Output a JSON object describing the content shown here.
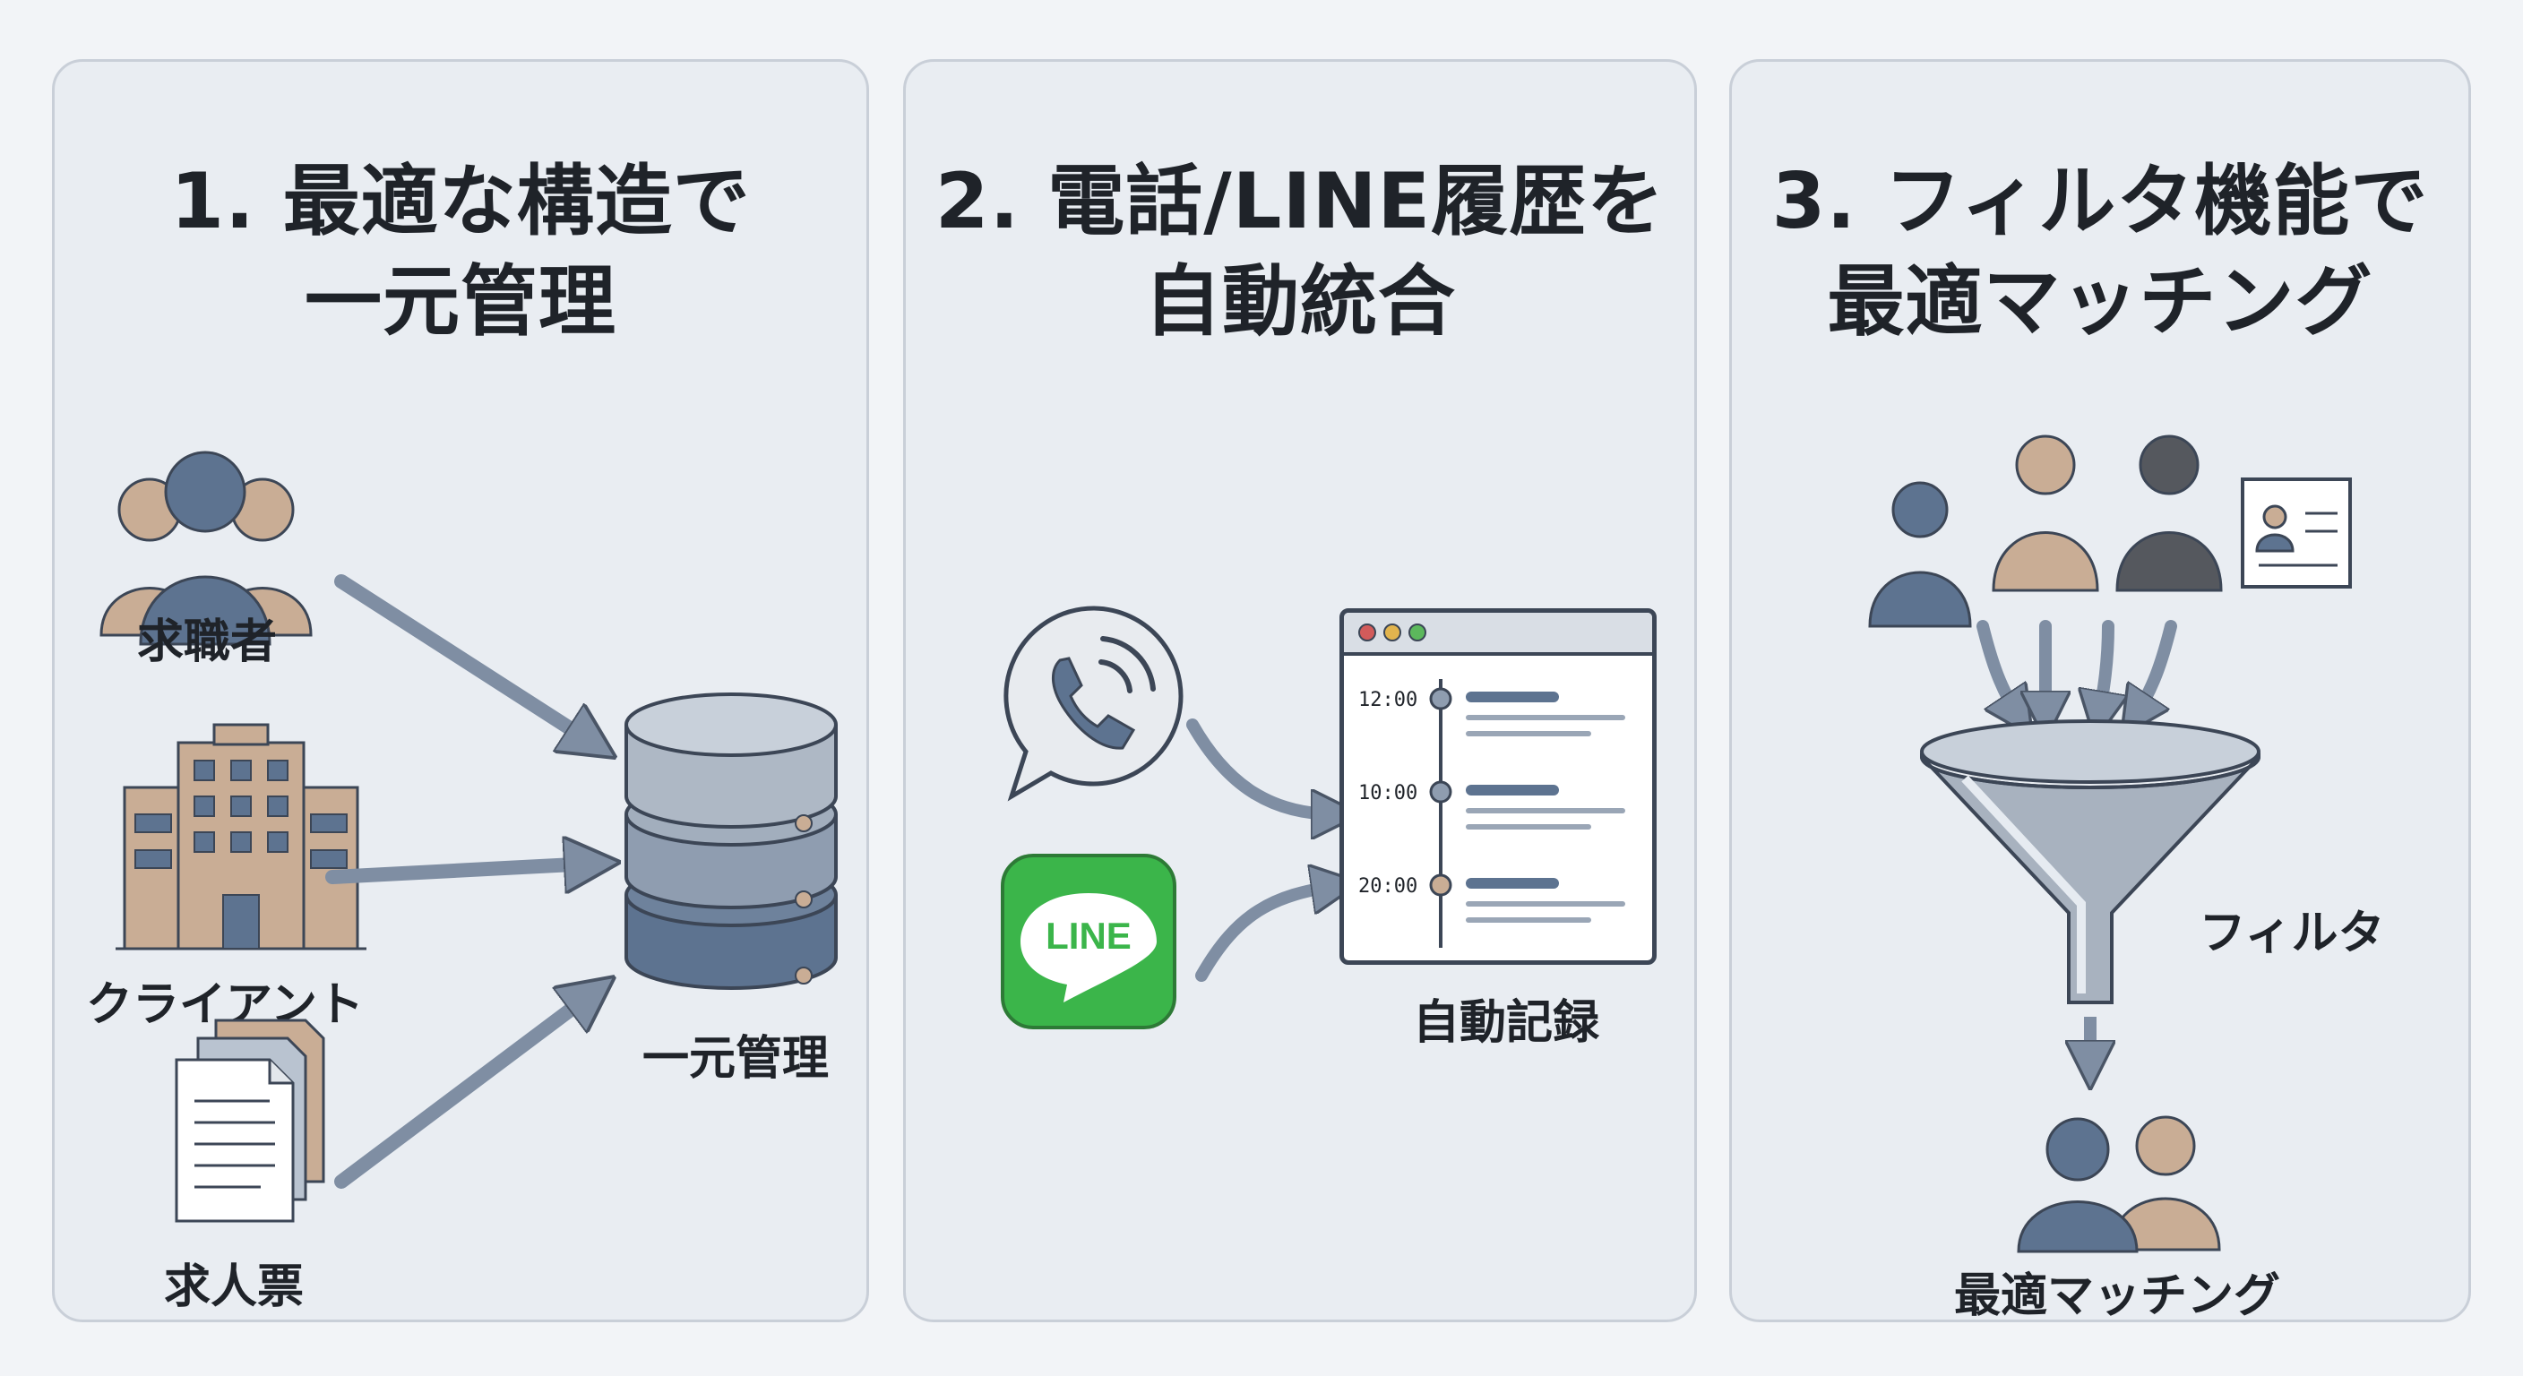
{
  "panels": [
    {
      "title_line1": "1. 最適な構造で",
      "title_line2": "一元管理",
      "sources": [
        "求職者",
        "クライアント",
        "求人票"
      ],
      "target_label": "一元管理"
    },
    {
      "title_line1": "2. 電話/LINE履歴を",
      "title_line2": "自動統合",
      "line_logo_text": "LINE",
      "timeline_times": [
        "12:00",
        "10:00",
        "20:00"
      ],
      "target_label": "自動記録"
    },
    {
      "title_line1": "3. フィルタ機能で",
      "title_line2": "最適マッチング",
      "filter_label": "フィルタ",
      "result_label": "最適マッチング"
    }
  ],
  "colors": {
    "panel_bg": "#e9edf2",
    "accent_blue": "#5d7390",
    "accent_beige": "#c9ad95",
    "line_green": "#3bb54a",
    "arrow": "#7f8ea3"
  }
}
